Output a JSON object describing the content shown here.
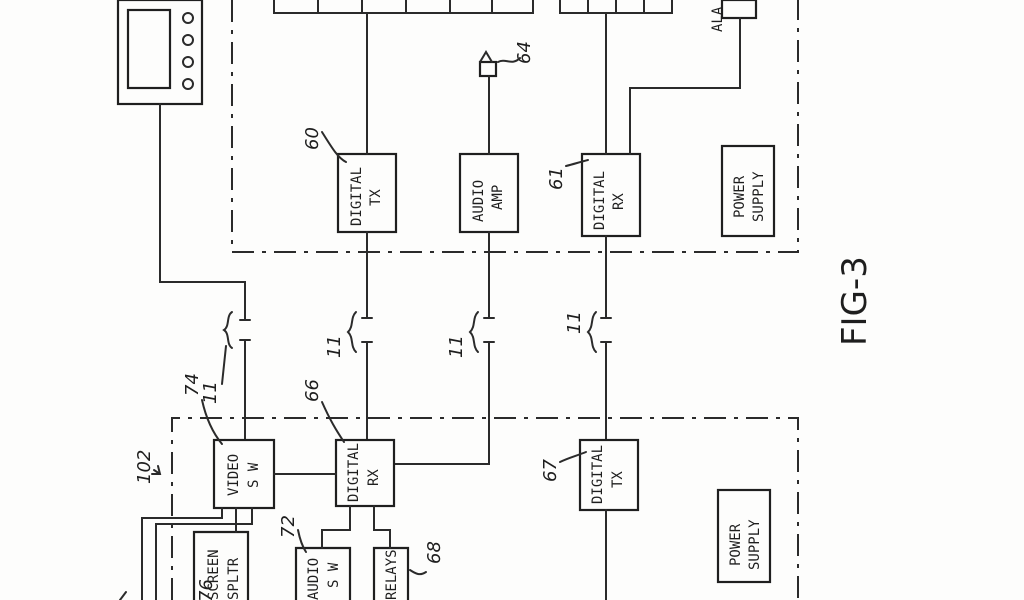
{
  "blocks": {
    "digital_tx_60": [
      "DIGITAL",
      "TX"
    ],
    "audio_amp": [
      "AUDIO",
      "AMP"
    ],
    "digital_rx_61": [
      "DIGITAL",
      "RX"
    ],
    "power_supply_top": [
      "POWER",
      "SUPPLY"
    ],
    "alarm_partial": "ALA",
    "video_sw": [
      "VIDEO",
      "S W"
    ],
    "digital_rx_66": [
      "DIGITAL",
      "RX"
    ],
    "digital_tx_67": [
      "DIGITAL",
      "TX"
    ],
    "power_supply_bottom": [
      "POWER",
      "SUPPLY"
    ],
    "screen_spltr": [
      "SCREEN",
      "SPLTR"
    ],
    "audio_sw": [
      "AUDIO",
      "S W"
    ],
    "relays": "RELAYS"
  },
  "refs": {
    "r60": "60",
    "r61": "61",
    "r64": "64",
    "r66": "66",
    "r67": "67",
    "r68": "68",
    "r72": "72",
    "r74": "74",
    "r76": "76",
    "r102": "102",
    "r11": "11"
  },
  "figure_label": "FIG-3"
}
